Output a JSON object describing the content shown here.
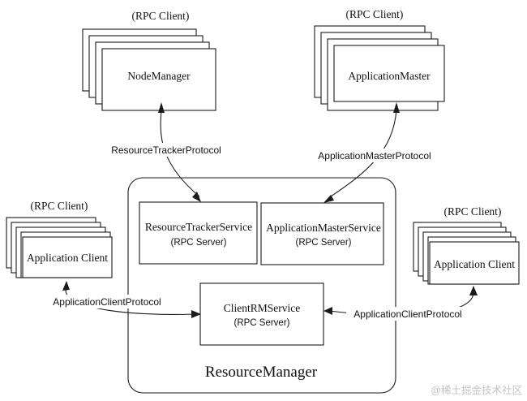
{
  "node_manager": {
    "title": "NodeManager",
    "role": "(RPC Client)"
  },
  "application_master": {
    "title": "ApplicationMaster",
    "role": "(RPC Client)"
  },
  "left_client": {
    "title": "Application Client",
    "role": "(RPC Client)"
  },
  "right_client": {
    "title": "Application Client",
    "role": "(RPC Client)"
  },
  "resource_manager": {
    "title": "ResourceManager",
    "resource_tracker_service": {
      "name": "ResourceTrackerService",
      "role": "(RPC Server)"
    },
    "application_master_service": {
      "name": "ApplicationMasterService",
      "role": "(RPC Server)"
    },
    "client_rm_service": {
      "name": "ClientRMService",
      "role": "(RPC Server)"
    }
  },
  "protocols": {
    "resource_tracker": "ResourceTrackerProtocol",
    "application_master": "ApplicationMasterProtocol",
    "client_left": "ApplicationClientProtocol",
    "client_right": "ApplicationClientProtocol"
  },
  "watermark": "@稀土掘金技术社区"
}
